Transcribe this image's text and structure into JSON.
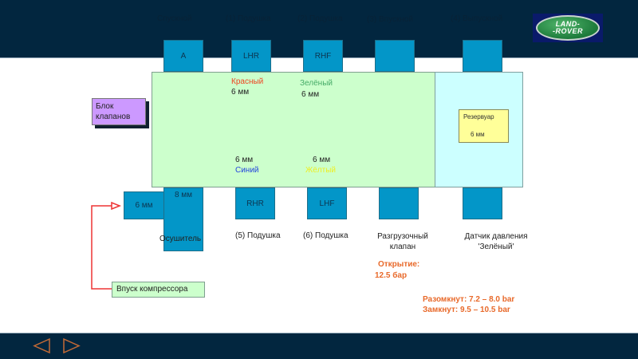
{
  "top_labels": [
    "Спускной",
    "(1) Подушка",
    "(2) Подушка",
    "(3) Впускной",
    "(4) Выпускной"
  ],
  "top_ports": [
    "A",
    "LHR",
    "RHF",
    "",
    ""
  ],
  "main_box": {
    "red_label": "Красный",
    "red_size": "6 мм",
    "green_label": "Зелёный",
    "green_size": "6 мм",
    "blue_size": "6 мм",
    "blue_label": "Синий",
    "yellow_size": "6 мм",
    "yellow_label": "Жёлтый"
  },
  "reservoir": {
    "label": "Резервуар",
    "size": "6 мм"
  },
  "valve_block": {
    "line1": "Блок",
    "line2": "клапанов"
  },
  "dryer": {
    "label": "Осушитель",
    "size": "8 мм",
    "inlet_size": "6 мм"
  },
  "bottom_ports": [
    "RHR",
    "LHF",
    "",
    ""
  ],
  "bottom_labels": [
    "(5) Подушка",
    "(6) Подушка",
    "Разгрузочный клапан",
    "Датчик давления 'Зелёный'"
  ],
  "relief": {
    "opening_label": "Открытие:",
    "opening_value": "12.5 бар"
  },
  "pressure_switch": {
    "open": "Разомкнут: 7.2 – 8.0 bar",
    "closed": "Замкнут: 9.5 – 10.5 bar"
  },
  "compressor": {
    "label": "Впуск компрессора"
  },
  "logo": {
    "line1": "LAND-",
    "line2": "-ROVER"
  },
  "nav": {
    "prev_icon": "triangle-left-icon",
    "next_icon": "triangle-right-icon"
  },
  "colors": {
    "header": "#02263f",
    "port": "#0396c8",
    "accent_orange": "#e8692a",
    "red_text": "#ee4422",
    "green_text": "#44aa66",
    "blue_text": "#2244dd",
    "yellow_text": "#eeee22"
  }
}
